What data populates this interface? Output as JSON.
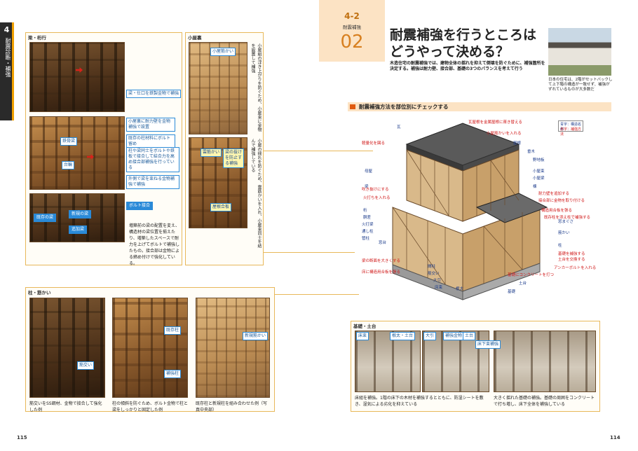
{
  "spine": {
    "num": "4",
    "text": "耐震診断・補強"
  },
  "left_page": {
    "number": "115",
    "sections": {
      "beam": {
        "label": "梁・桁行",
        "callouts": [
          "梁・仕口を鉄製金物で補強",
          "小屋裏に耐力壁を金物補強で設置",
          "既存の柱材料にボルト留め",
          "柱や梁同士をボルトや鉄板で接合して結合力を高め接合部補強を行っている",
          "外側で梁を束ねる金物補強で補強",
          "ボルト接合",
          "既存の梁",
          "新規の梁",
          "追加梁"
        ],
        "labels": [
          "鉄骨梁",
          "台輪"
        ],
        "caption": "増築前の梁の配置を変え、構造材の梁位置を揃えたり、増築したスペースで耐力を上げてボルトで補強したもの。接合部は金物による締め付けで強化している。"
      },
      "attic": {
        "label": "小屋裏",
        "callouts": [
          "小屋筋かい",
          "雲筋かい",
          "梁の抜けを防止する補強",
          "屋根合板"
        ],
        "vcaption_1": "小屋組の浮き上がりを防ぐため、小屋束に金物を設置して補強",
        "vcaption_2": "小屋の揺れを防ぐため、雲筋かいを入れ、小屋束同士を結んで補強している"
      },
      "column": {
        "label": "柱・筋かい",
        "callouts": [
          "筋交い",
          "既存柱",
          "補強柱",
          "新規筋かい"
        ],
        "captions": [
          "筋交いをSS鋼材、金物で接合して強化した例",
          "柱の傾斜を防ぐため、ボルト金物で柱と梁をしっかりと固定した例",
          "既存柱と新規柱を組み合わせた例（写真中央部）"
        ]
      }
    }
  },
  "right_page": {
    "number": "114",
    "section": "4-2",
    "section_sub": "耐震補強",
    "chapter_num": "02",
    "title_line1": "耐震補強を行うところは",
    "title_line2": "どうやって決める？",
    "lead": "木造住宅の耐震補強では、建物全体の揺れを抑えて倒壊を防ぐために、補強箇所を決定する。補強は耐力壁、接合部、基礎の3つのバランスを考えて行う",
    "photo_caption": "日本の住宅は、2階がセットバックして上下階の構造が一致せず、補強がずれているものが大多数だ",
    "subhead": "耐震補強方法を部位別にチェックする",
    "legend": {
      "a": "青字：構造名称",
      "b": "赤字：補強方法"
    },
    "diagram_labels_blue": [
      "瓦",
      "屋根",
      "野地板",
      "垂木",
      "母屋",
      "小屋束",
      "小屋梁",
      "棟",
      "梁",
      "筋かい",
      "桁",
      "胴差",
      "火打梁",
      "通し柱",
      "管柱",
      "間柱",
      "土台",
      "基礎",
      "大引",
      "床束",
      "根太",
      "窓台",
      "窓まぐさ",
      "柱",
      "筋交い"
    ],
    "diagram_labels_red": [
      "瓦屋根を金属屋根に葺き替える",
      "小屋筋かいを入れる",
      "軽量化を図る",
      "吹き抜けにする",
      "火打ちを入れる",
      "耐力壁を追加する",
      "接合部に金物を取り付ける",
      "構造用合板を張る",
      "既存柱を添え柱で補強する",
      "基礎を補強する",
      "土台を交換する",
      "アンカーボルトを入れる",
      "梁の断面を大きくする",
      "床に構造用合板を張る",
      "基礎にコンクリートを打つ"
    ],
    "foundation": {
      "label": "基礎・土台",
      "callouts": [
        "床束",
        "根太・土台",
        "大引",
        "補強金物",
        "土台",
        "床下束補強"
      ],
      "captions": [
        "床組を補強。1階の床下の木材を補強するとともに、防湿シートを敷き、湿気による劣化を抑えている",
        "大きく揺れた基礎の補強。基礎の周囲をコンクリートで打ち増し、床下全体を補強している"
      ]
    }
  }
}
